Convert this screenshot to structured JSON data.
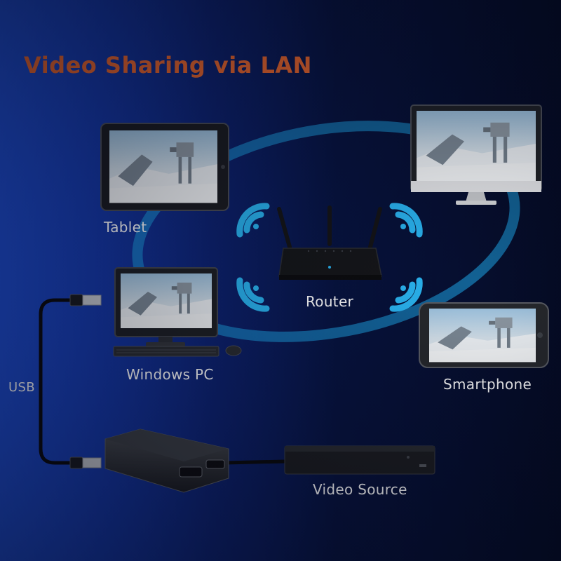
{
  "title": "Video Sharing via LAN",
  "labels": {
    "tablet": "Tablet",
    "router": "Router",
    "windows_pc": "Windows PC",
    "smartphone": "Smartphone",
    "usb": "USB",
    "video_source": "Video Source"
  },
  "colors": {
    "title": "#f26a2e",
    "ring": "#1ea6e8",
    "wifi": "#2ab4f0"
  }
}
